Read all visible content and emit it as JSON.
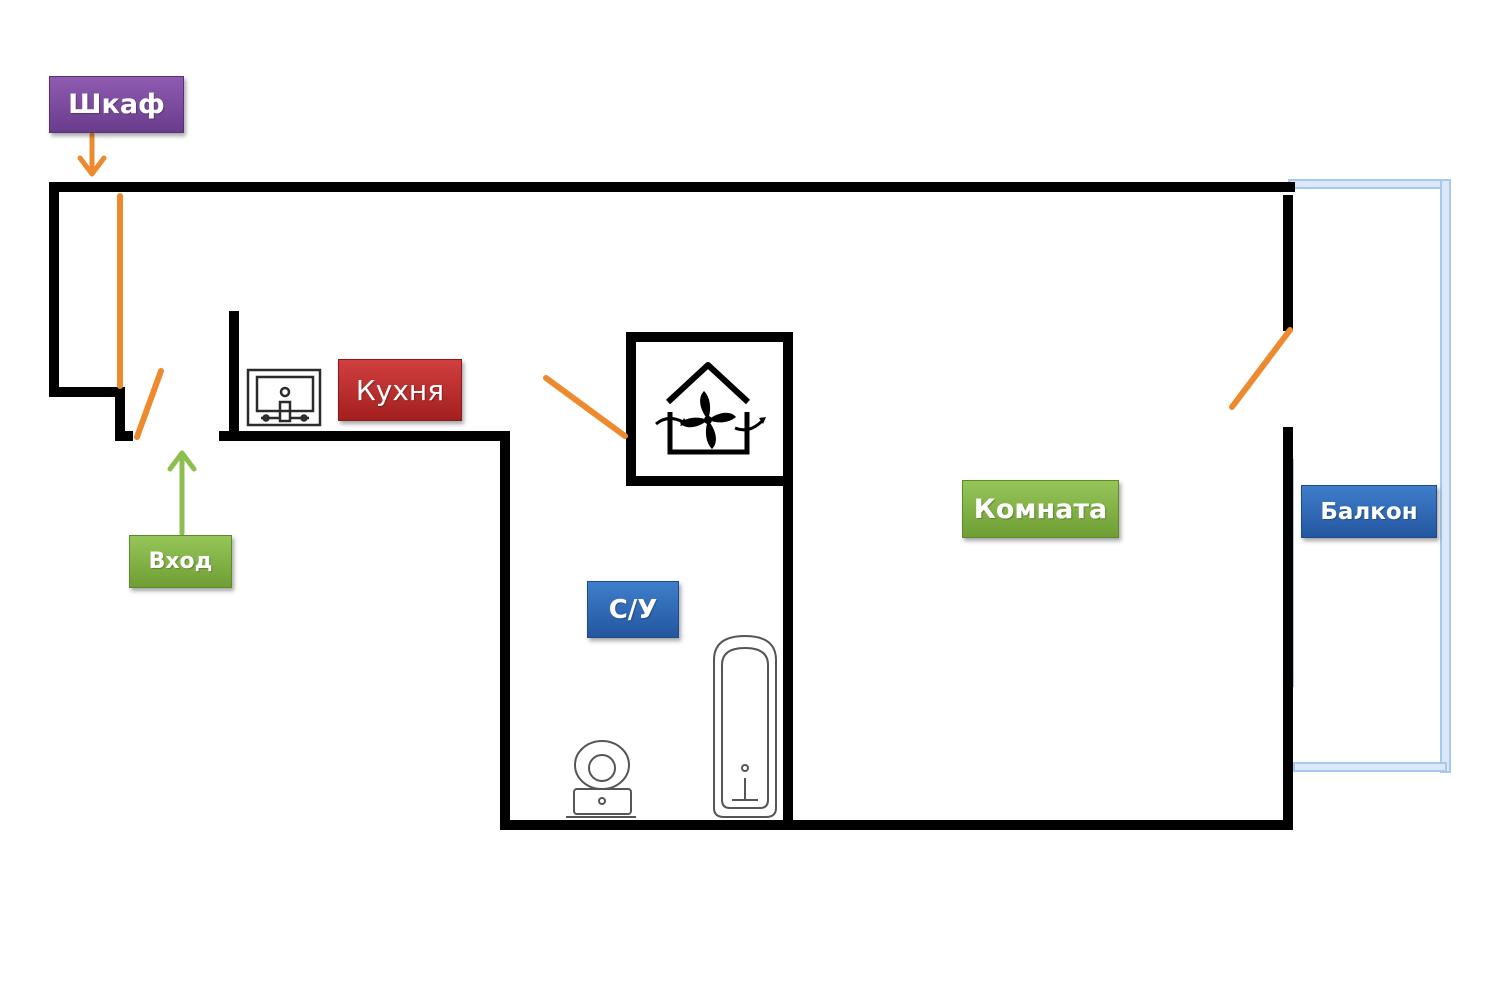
{
  "labels": {
    "closet": "Шкаф",
    "entrance": "Вход",
    "kitchen": "Кухня",
    "bathroom": "С/У",
    "room": "Комната",
    "balcony": "Балкон"
  },
  "colors": {
    "wall": "#000000",
    "door": "#ee8a2e",
    "arrow_closet": "#ee8a2e",
    "arrow_entrance": "#8cbf4f",
    "balcony_frame": "#a9c8ee",
    "label_purple": "#7b4a9e",
    "label_green": "#82b146",
    "label_red": "#b82828",
    "label_blue": "#2e66b3"
  },
  "icons": [
    "sink-icon",
    "ventilation-fan-icon",
    "toilet-icon",
    "bathtub-icon"
  ]
}
